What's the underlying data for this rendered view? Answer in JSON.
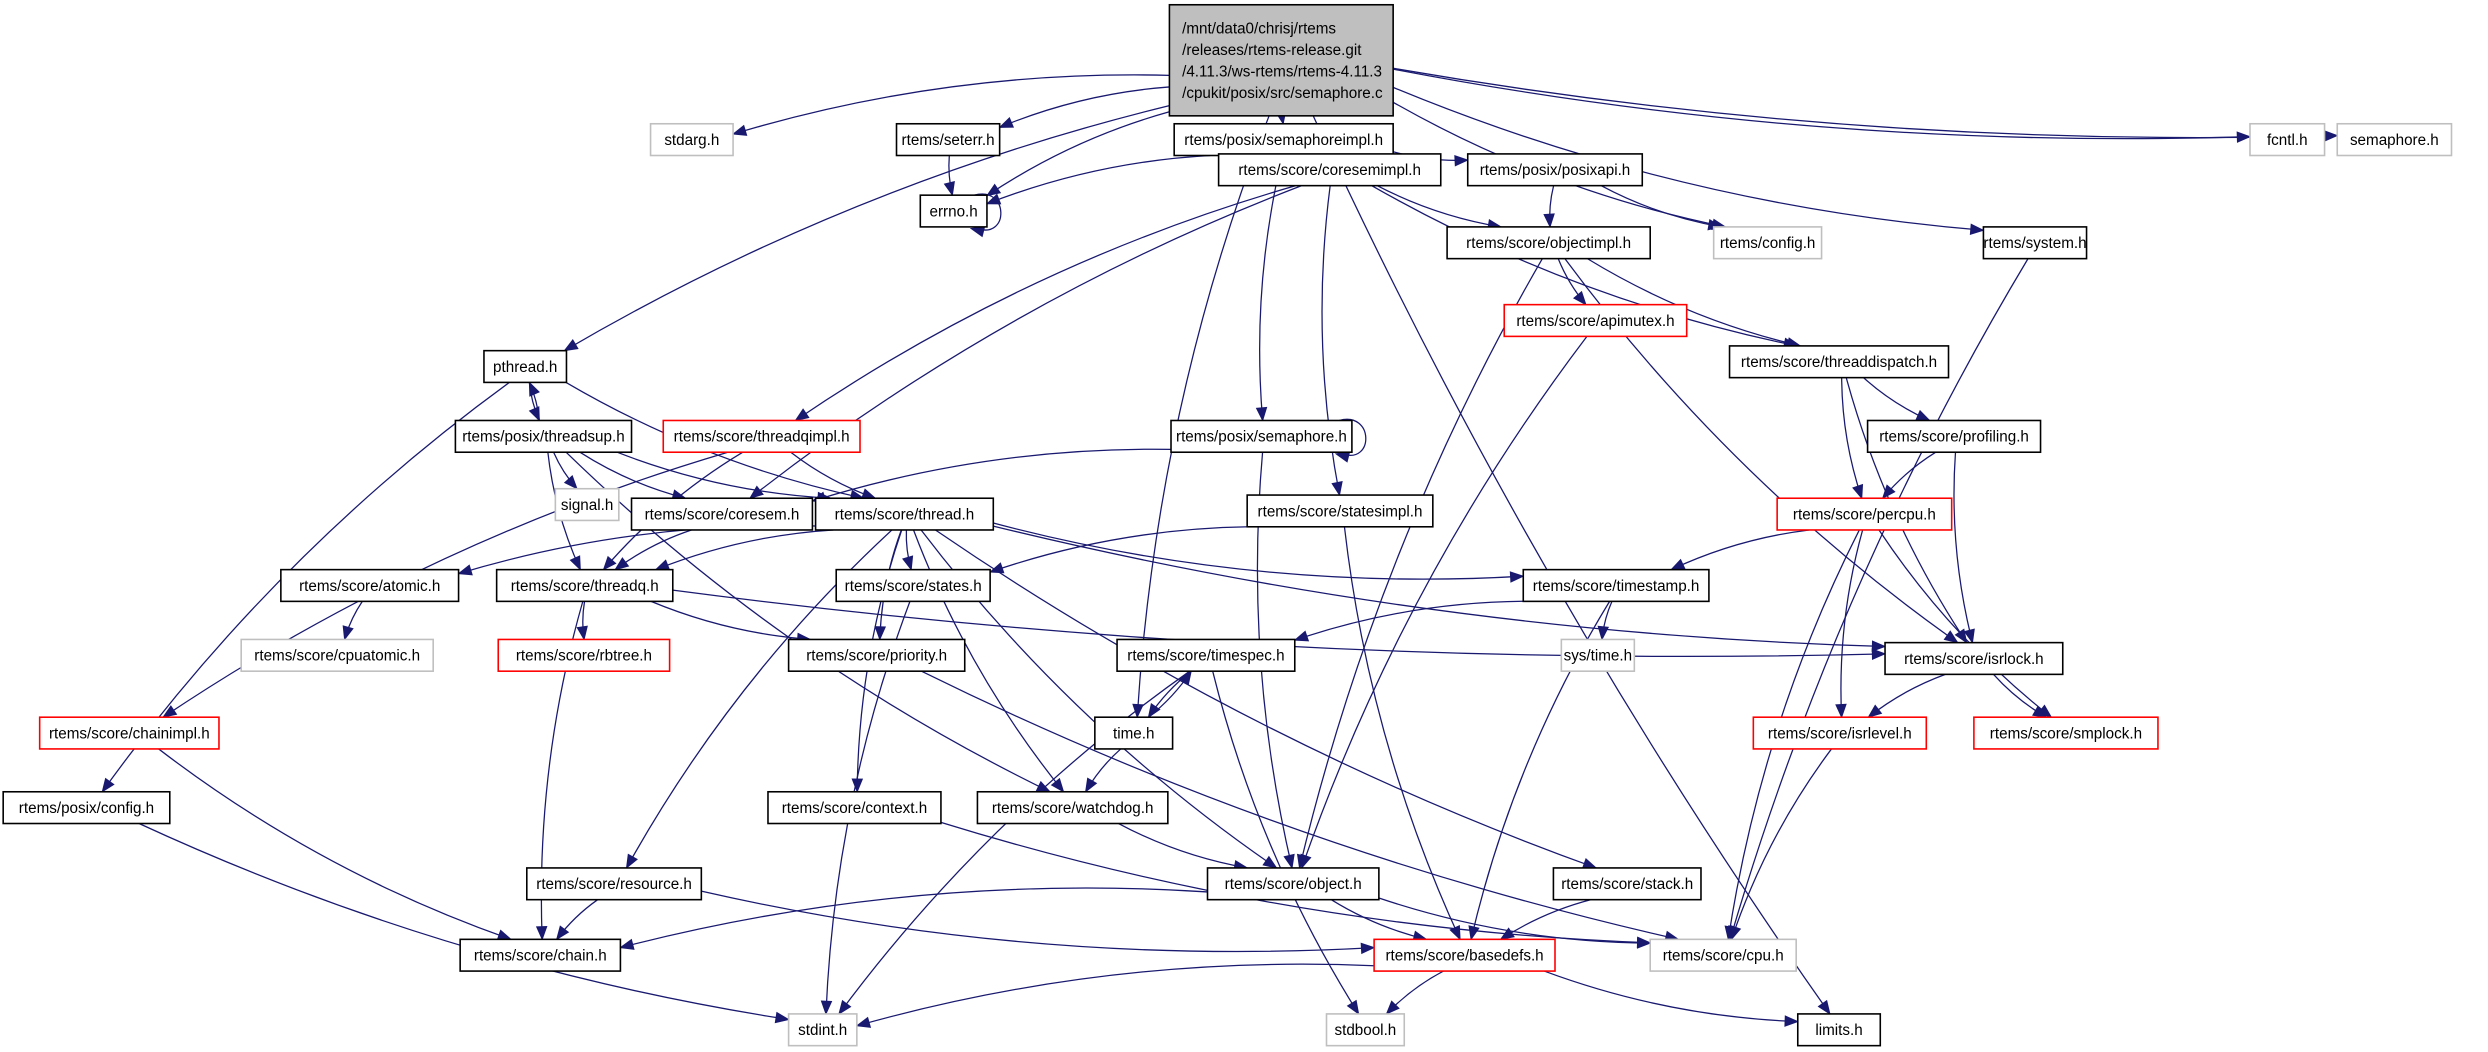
{
  "graph": {
    "colors": {
      "edge": "#191970",
      "root_fill": "#bfbfbf",
      "missing_border": "#bfbfbf",
      "truncated_border": "#ff0000"
    },
    "nodes": [
      {
        "id": "root",
        "label": [
          "/mnt/data0/chrisj/rtems",
          "/releases/rtems-release.git",
          "/4.11.3/ws-rtems/rtems-4.11.3",
          "/cpukit/posix/src/semaphore.c"
        ],
        "style": "root"
      },
      {
        "id": "stdarg",
        "label": "stdarg.h",
        "style": "gray"
      },
      {
        "id": "seterr",
        "label": "rtems/seterr.h",
        "style": "normal"
      },
      {
        "id": "semimpl",
        "label": "rtems/posix/semaphoreimpl.h",
        "style": "normal"
      },
      {
        "id": "fcntl",
        "label": "fcntl.h",
        "style": "gray"
      },
      {
        "id": "semaphore",
        "label": "semaphore.h",
        "style": "gray"
      },
      {
        "id": "errno",
        "label": "errno.h",
        "style": "normal"
      },
      {
        "id": "coresemimpl",
        "label": "rtems/score/coresemimpl.h",
        "style": "normal"
      },
      {
        "id": "posixapi",
        "label": "rtems/posix/posixapi.h",
        "style": "normal"
      },
      {
        "id": "config",
        "label": "rtems/config.h",
        "style": "gray"
      },
      {
        "id": "system",
        "label": "rtems/system.h",
        "style": "normal"
      },
      {
        "id": "objectimpl",
        "label": "rtems/score/objectimpl.h",
        "style": "normal"
      },
      {
        "id": "pthread",
        "label": "pthread.h",
        "style": "normal"
      },
      {
        "id": "apimutex",
        "label": "rtems/score/apimutex.h",
        "style": "red"
      },
      {
        "id": "threaddispatch",
        "label": "rtems/score/threaddispatch.h",
        "style": "normal"
      },
      {
        "id": "threadsup",
        "label": "rtems/posix/threadsup.h",
        "style": "normal"
      },
      {
        "id": "threadqimpl",
        "label": "rtems/score/threadqimpl.h",
        "style": "red"
      },
      {
        "id": "psemaphore",
        "label": "rtems/posix/semaphore.h",
        "style": "normal"
      },
      {
        "id": "profiling",
        "label": "rtems/score/profiling.h",
        "style": "normal"
      },
      {
        "id": "signal",
        "label": "signal.h",
        "style": "gray"
      },
      {
        "id": "coresem",
        "label": "rtems/score/coresem.h",
        "style": "normal"
      },
      {
        "id": "thread",
        "label": "rtems/score/thread.h",
        "style": "normal"
      },
      {
        "id": "statesimpl",
        "label": "rtems/score/statesimpl.h",
        "style": "normal"
      },
      {
        "id": "percpu",
        "label": "rtems/score/percpu.h",
        "style": "red"
      },
      {
        "id": "atomic",
        "label": "rtems/score/atomic.h",
        "style": "normal"
      },
      {
        "id": "threadq",
        "label": "rtems/score/threadq.h",
        "style": "normal"
      },
      {
        "id": "states",
        "label": "rtems/score/states.h",
        "style": "normal"
      },
      {
        "id": "timestamp",
        "label": "rtems/score/timestamp.h",
        "style": "normal"
      },
      {
        "id": "cpuatomic",
        "label": "rtems/score/cpuatomic.h",
        "style": "gray"
      },
      {
        "id": "rbtree",
        "label": "rtems/score/rbtree.h",
        "style": "red"
      },
      {
        "id": "priority",
        "label": "rtems/score/priority.h",
        "style": "normal"
      },
      {
        "id": "systime",
        "label": "sys/time.h",
        "style": "gray"
      },
      {
        "id": "timespec",
        "label": "rtems/score/timespec.h",
        "style": "normal"
      },
      {
        "id": "isrlock",
        "label": "rtems/score/isrlock.h",
        "style": "normal"
      },
      {
        "id": "chainimpl",
        "label": "rtems/score/chainimpl.h",
        "style": "red"
      },
      {
        "id": "time",
        "label": "time.h",
        "style": "normal"
      },
      {
        "id": "isrlevel",
        "label": "rtems/score/isrlevel.h",
        "style": "red"
      },
      {
        "id": "smplock",
        "label": "rtems/score/smplock.h",
        "style": "red"
      },
      {
        "id": "pconfig",
        "label": "rtems/posix/config.h",
        "style": "normal"
      },
      {
        "id": "context",
        "label": "rtems/score/context.h",
        "style": "normal"
      },
      {
        "id": "watchdog",
        "label": "rtems/score/watchdog.h",
        "style": "normal"
      },
      {
        "id": "stack",
        "label": "rtems/score/stack.h",
        "style": "normal"
      },
      {
        "id": "resource",
        "label": "rtems/score/resource.h",
        "style": "normal"
      },
      {
        "id": "object",
        "label": "rtems/score/object.h",
        "style": "normal"
      },
      {
        "id": "chain",
        "label": "rtems/score/chain.h",
        "style": "normal"
      },
      {
        "id": "basedefs",
        "label": "rtems/score/basedefs.h",
        "style": "red"
      },
      {
        "id": "cpu",
        "label": "rtems/score/cpu.h",
        "style": "gray"
      },
      {
        "id": "stdint",
        "label": "stdint.h",
        "style": "gray"
      },
      {
        "id": "stdbool",
        "label": "stdbool.h",
        "style": "gray"
      },
      {
        "id": "limits",
        "label": "limits.h",
        "style": "normal"
      }
    ],
    "edges": [
      [
        "root",
        "stdarg"
      ],
      [
        "root",
        "errno"
      ],
      [
        "root",
        "seterr"
      ],
      [
        "root",
        "semimpl"
      ],
      [
        "root",
        "fcntl"
      ],
      [
        "root",
        "semaphore"
      ],
      [
        "root",
        "pthread"
      ],
      [
        "root",
        "time"
      ],
      [
        "root",
        "config"
      ],
      [
        "root",
        "system"
      ],
      [
        "root",
        "limits"
      ],
      [
        "seterr",
        "errno"
      ],
      [
        "errno",
        "errno"
      ],
      [
        "semimpl",
        "errno"
      ],
      [
        "semimpl",
        "coresemimpl"
      ],
      [
        "semimpl",
        "posixapi"
      ],
      [
        "semimpl",
        "psemaphore"
      ],
      [
        "coresemimpl",
        "objectimpl"
      ],
      [
        "coresemimpl",
        "threaddispatch"
      ],
      [
        "coresemimpl",
        "threadqimpl"
      ],
      [
        "coresemimpl",
        "coresem"
      ],
      [
        "coresemimpl",
        "statesimpl"
      ],
      [
        "posixapi",
        "objectimpl"
      ],
      [
        "posixapi",
        "config"
      ],
      [
        "objectimpl",
        "apimutex"
      ],
      [
        "objectimpl",
        "threaddispatch"
      ],
      [
        "objectimpl",
        "object"
      ],
      [
        "objectimpl",
        "isrlock"
      ],
      [
        "apimutex",
        "object"
      ],
      [
        "threaddispatch",
        "profiling"
      ],
      [
        "threaddispatch",
        "percpu"
      ],
      [
        "threaddispatch",
        "isrlock"
      ],
      [
        "profiling",
        "percpu"
      ],
      [
        "profiling",
        "isrlock"
      ],
      [
        "percpu",
        "timestamp"
      ],
      [
        "percpu",
        "isrlevel"
      ],
      [
        "percpu",
        "smplock"
      ],
      [
        "percpu",
        "cpu"
      ],
      [
        "system",
        "cpu"
      ],
      [
        "pthread",
        "threadsup"
      ],
      [
        "pthread",
        "thread"
      ],
      [
        "pthread",
        "pconfig"
      ],
      [
        "threadsup",
        "pthread"
      ],
      [
        "threadsup",
        "signal"
      ],
      [
        "threadsup",
        "coresem"
      ],
      [
        "threadsup",
        "thread"
      ],
      [
        "threadsup",
        "threadq"
      ],
      [
        "threadsup",
        "watchdog"
      ],
      [
        "threadqimpl",
        "thread"
      ],
      [
        "threadqimpl",
        "threadq"
      ],
      [
        "threadqimpl",
        "chainimpl"
      ],
      [
        "psemaphore",
        "psemaphore"
      ],
      [
        "psemaphore",
        "coresem"
      ],
      [
        "psemaphore",
        "object"
      ],
      [
        "coresem",
        "threadq"
      ],
      [
        "statesimpl",
        "states"
      ],
      [
        "statesimpl",
        "basedefs"
      ],
      [
        "thread",
        "atomic"
      ],
      [
        "thread",
        "threadq"
      ],
      [
        "thread",
        "states"
      ],
      [
        "thread",
        "priority"
      ],
      [
        "thread",
        "timestamp"
      ],
      [
        "thread",
        "isrlock"
      ],
      [
        "thread",
        "watchdog"
      ],
      [
        "thread",
        "object"
      ],
      [
        "thread",
        "context"
      ],
      [
        "thread",
        "resource"
      ],
      [
        "thread",
        "stack"
      ],
      [
        "atomic",
        "cpuatomic"
      ],
      [
        "threadq",
        "rbtree"
      ],
      [
        "threadq",
        "priority"
      ],
      [
        "threadq",
        "chain"
      ],
      [
        "threadq",
        "isrlock"
      ],
      [
        "states",
        "stdint"
      ],
      [
        "timestamp",
        "timespec"
      ],
      [
        "timestamp",
        "systime"
      ],
      [
        "timestamp",
        "basedefs"
      ],
      [
        "timespec",
        "time"
      ],
      [
        "timespec",
        "stdint"
      ],
      [
        "timespec",
        "stdbool"
      ],
      [
        "time",
        "timespec"
      ],
      [
        "time",
        "watchdog"
      ],
      [
        "isrlock",
        "isrlevel"
      ],
      [
        "isrlock",
        "smplock"
      ],
      [
        "isrlevel",
        "cpu"
      ],
      [
        "chainimpl",
        "chain"
      ],
      [
        "pconfig",
        "stdint"
      ],
      [
        "context",
        "cpu"
      ],
      [
        "watchdog",
        "object"
      ],
      [
        "priority",
        "cpu"
      ],
      [
        "object",
        "chain"
      ],
      [
        "object",
        "basedefs"
      ],
      [
        "object",
        "cpu"
      ],
      [
        "stack",
        "basedefs"
      ],
      [
        "resource",
        "chain"
      ],
      [
        "resource",
        "basedefs"
      ],
      [
        "basedefs",
        "stdint"
      ],
      [
        "basedefs",
        "stdbool"
      ],
      [
        "basedefs",
        "limits"
      ]
    ]
  }
}
